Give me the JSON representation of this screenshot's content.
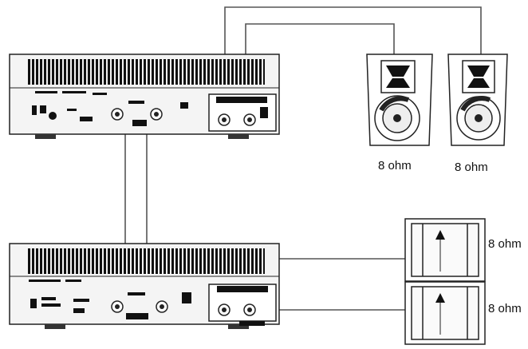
{
  "labels": {
    "speaker_left_impedance": "8 ohm",
    "speaker_right_impedance": "8 ohm",
    "sub_top_impedance": "8 ohm",
    "sub_bottom_impedance": "8 ohm"
  },
  "colors": {
    "stroke": "#222222",
    "cable": "#555555",
    "panel": "#f4f4f4"
  }
}
